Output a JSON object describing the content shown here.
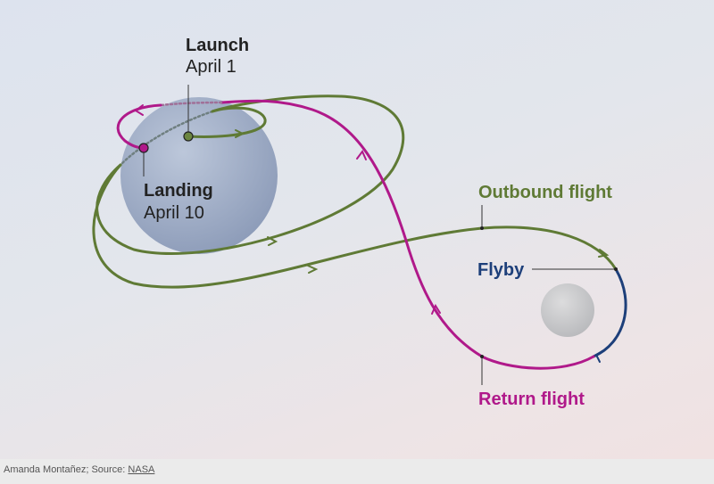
{
  "labels": {
    "launch_title": "Launch",
    "launch_date": "April 1",
    "landing_title": "Landing",
    "landing_date": "April 10",
    "outbound": "Outbound flight",
    "flyby": "Flyby",
    "return": "Return flight"
  },
  "credit": {
    "author": "Amanda Montañez; Source: ",
    "source_link": "NASA"
  },
  "colors": {
    "outbound": "#5f7a35",
    "return": "#b0198a",
    "flyby": "#1d3f7a",
    "earth": "#a8b5cc",
    "moon": "#cfd0d2"
  }
}
